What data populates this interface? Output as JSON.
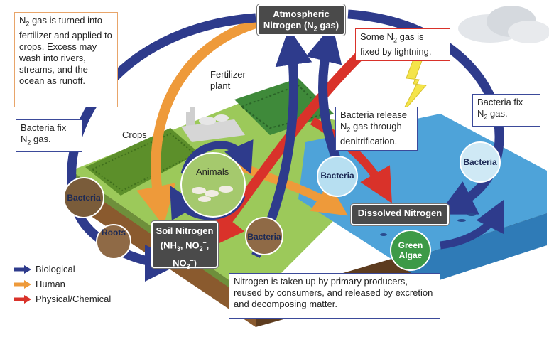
{
  "atmospheric_box": {
    "line1": "Atmospheric",
    "line2": "Nitrogen (N",
    "sub": "2",
    "line2_end": " gas)"
  },
  "callouts": {
    "fertilizer": {
      "pre": "N",
      "sub": "2",
      "text": " gas is turned into fertilizer and applied to crops. Excess may wash into rivers, streams, and the ocean as runoff."
    },
    "lightning": {
      "pre": "Some N",
      "sub": "2",
      "text": " gas is fixed by lightning."
    },
    "bacteria_fix_right": {
      "line1": "Bacteria fix",
      "pre": "N",
      "sub": "2",
      "text": " gas."
    },
    "bacteria_fix_left": {
      "line1": "Bacteria fix",
      "pre": "N",
      "sub": "2",
      "text": " gas."
    },
    "denitrification": {
      "line1": "Bacteria release",
      "pre": "N",
      "sub": "2",
      "text": " gas through denitrification."
    },
    "bottom": {
      "text": "Nitrogen is taken up by primary producers, reused by consumers, and released by excretion and decomposing matter."
    }
  },
  "labels": {
    "fertilizer_plant": "Fertilizer plant",
    "crops": "Crops",
    "animals": "Animals"
  },
  "circles": {
    "bacteria_left": "Bacteria",
    "roots": "Roots",
    "bacteria_center": "Bacteria",
    "bacteria_water": "Bacteria",
    "bacteria_right": "Bacteria",
    "green_algae_1": "Green",
    "green_algae_2": "Algae"
  },
  "soil_box": {
    "line1": "Soil Nitrogen",
    "line2a": "(NH",
    "sub1": "3",
    "line2b": ", NO",
    "sub2": "2",
    "sup2": "–",
    "line2c": ",",
    "line3a": "NO",
    "sub3": "3",
    "sup3": "–",
    "line3b": ")"
  },
  "dissolved_box": {
    "text": "Dissolved Nitrogen"
  },
  "legend": [
    {
      "label": "Biological",
      "color": "#2e3b8c"
    },
    {
      "label": "Human",
      "color": "#ee9a3a"
    },
    {
      "label": "Physical/Chemical",
      "color": "#d9322a"
    }
  ],
  "colors": {
    "biological": "#2e3b8c",
    "human": "#ee9a3a",
    "physical": "#d9322a",
    "water": "#58a7d8",
    "grass": "#7db94a"
  }
}
